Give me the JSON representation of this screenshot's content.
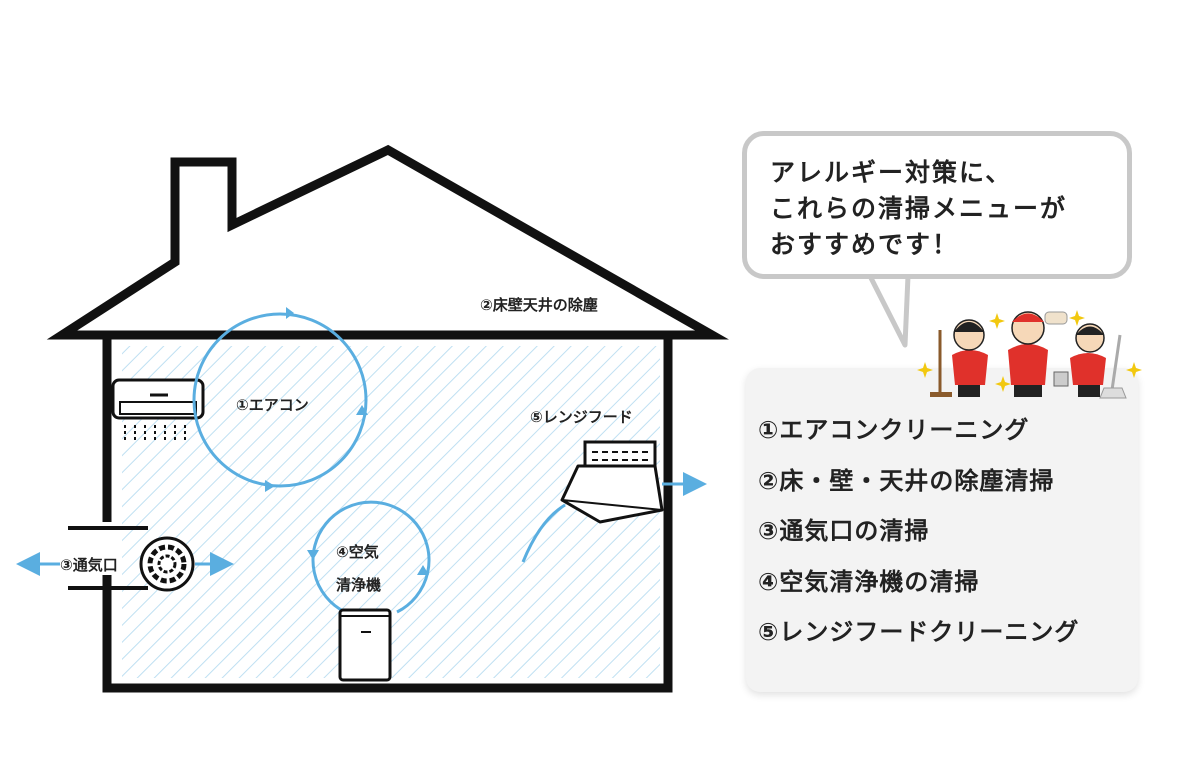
{
  "house_labels": {
    "aircon": "①エアコン",
    "floor_wall_ceiling": "②床壁天井の除塵",
    "vent": "③通気口",
    "air_purifier_line1": "④空気",
    "air_purifier_line2": "清浄機",
    "range_hood": "⑤レンジフード"
  },
  "speech_bubble": {
    "lines": [
      "アレルギー対策に、",
      "これらの清掃メニューが",
      "おすすめです！"
    ]
  },
  "menu_list": [
    "①エアコンクリーニング",
    "②床・壁・天井の除塵清掃",
    "③通気口の清掃",
    "④空気清浄機の清掃",
    "⑤レンジフードクリーニング"
  ],
  "colors": {
    "arrow_blue": "#5aaee0",
    "hatch_blue": "#bfe0f2",
    "uniform_red": "#e0312b",
    "panel_gray": "#f3f3f3",
    "bubble_border": "#c8c8c8"
  }
}
